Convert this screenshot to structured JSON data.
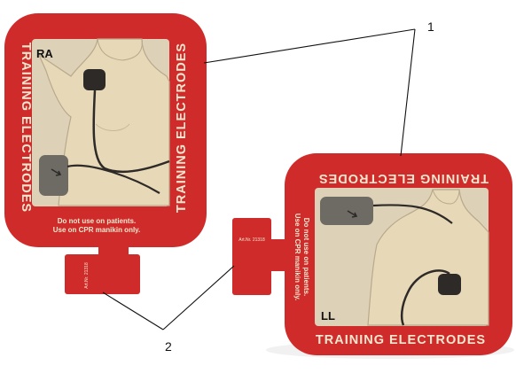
{
  "colors": {
    "pad_red": "#cf2b2a",
    "pad_red_dark": "#a81f1f",
    "window": "#ddd1b8",
    "torso": "#e7d8b8",
    "torso_line": "#b9a98c",
    "electrode": "#2d2a28",
    "electrode_gray": "#6e6a64",
    "leader_line": "#111111"
  },
  "left_pad": {
    "position_code": "RA",
    "side_text_left": "TRAINING ELECTRODES",
    "side_text_right": "TRAINING ELECTRODES",
    "warning_line1": "Do not use on patients.",
    "warning_line2": "Use on CPR manikin only.",
    "article_number": "Art.Nr. 21318"
  },
  "right_pad": {
    "position_code": "LL",
    "top_text": "TRAINING ELECTRODES",
    "bottom_text": "TRAINING ELECTRODES",
    "warning_line1": "Do not use on patients.",
    "warning_line2": "Use on CPR manikin only.",
    "article_number": "Art.Nr. 21318"
  },
  "callouts": {
    "callout_1": "1",
    "callout_2": "2"
  }
}
